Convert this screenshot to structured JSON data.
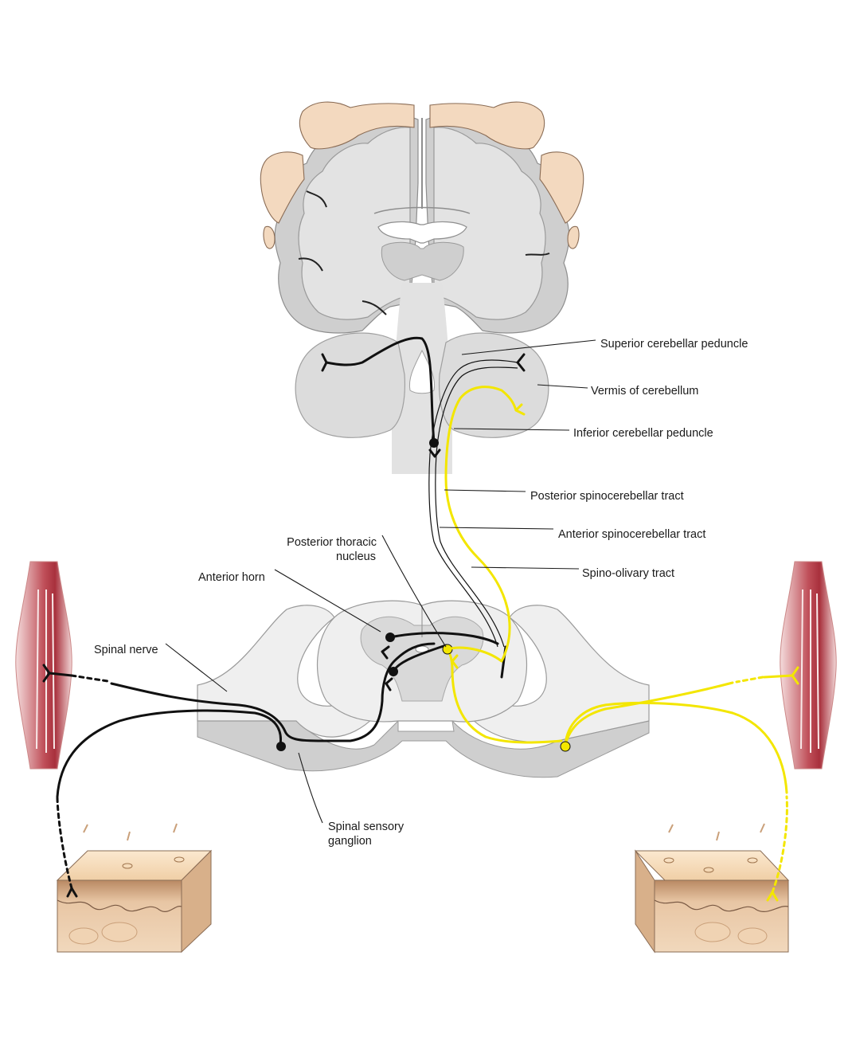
{
  "labels": {
    "superior_cerebellar_peduncle": "Superior cerebellar peduncle",
    "vermis_of_cerebellum": "Vermis of cerebellum",
    "inferior_cerebellar_peduncle": "Inferior cerebellar peduncle",
    "posterior_spinocerebellar_tract": "Posterior spinocerebellar tract",
    "anterior_spinocerebellar_tract": "Anterior spinocerebellar tract",
    "spino_olivary_tract": "Spino-olivary tract",
    "posterior_thoracic_nucleus_line1": "Posterior thoracic",
    "posterior_thoracic_nucleus_line2": "nucleus",
    "anterior_horn": "Anterior horn",
    "spinal_nerve": "Spinal nerve",
    "spinal_sensory_ganglion_line1": "Spinal sensory",
    "spinal_sensory_ganglion_line2": "ganglion"
  },
  "colors": {
    "pathway_black": "#111111",
    "pathway_yellow": "#f3e600",
    "muscle": "#c0505a",
    "skin": "#e9c7a3",
    "brain_grey": "#d6d6d6"
  }
}
